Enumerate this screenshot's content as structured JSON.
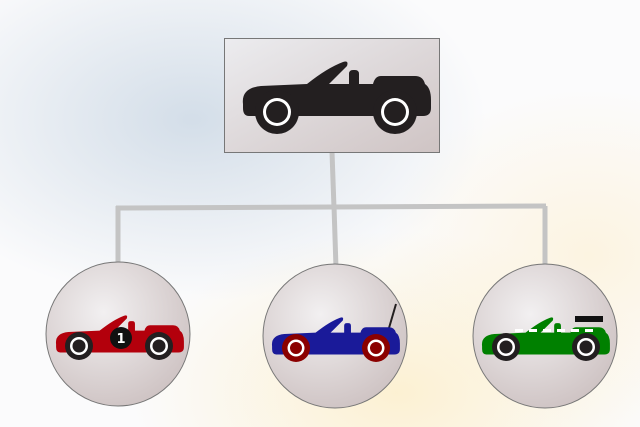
{
  "diagram": {
    "type": "hierarchy",
    "root": {
      "icon": "convertible-car-icon",
      "color": "#231f20"
    },
    "children": [
      {
        "icon": "convertible-car-icon",
        "variant": "race-car",
        "body_color": "#b3000c",
        "wheel_color": "#231f20",
        "number_badge": "1"
      },
      {
        "icon": "convertible-car-icon",
        "variant": "antenna-car",
        "body_color": "#1a1a99",
        "wheel_color": "#8b0000"
      },
      {
        "icon": "convertible-car-icon",
        "variant": "taxi-car",
        "body_color": "#008000",
        "wheel_color": "#231f20"
      }
    ],
    "connector_color": "#c4c4c4"
  }
}
